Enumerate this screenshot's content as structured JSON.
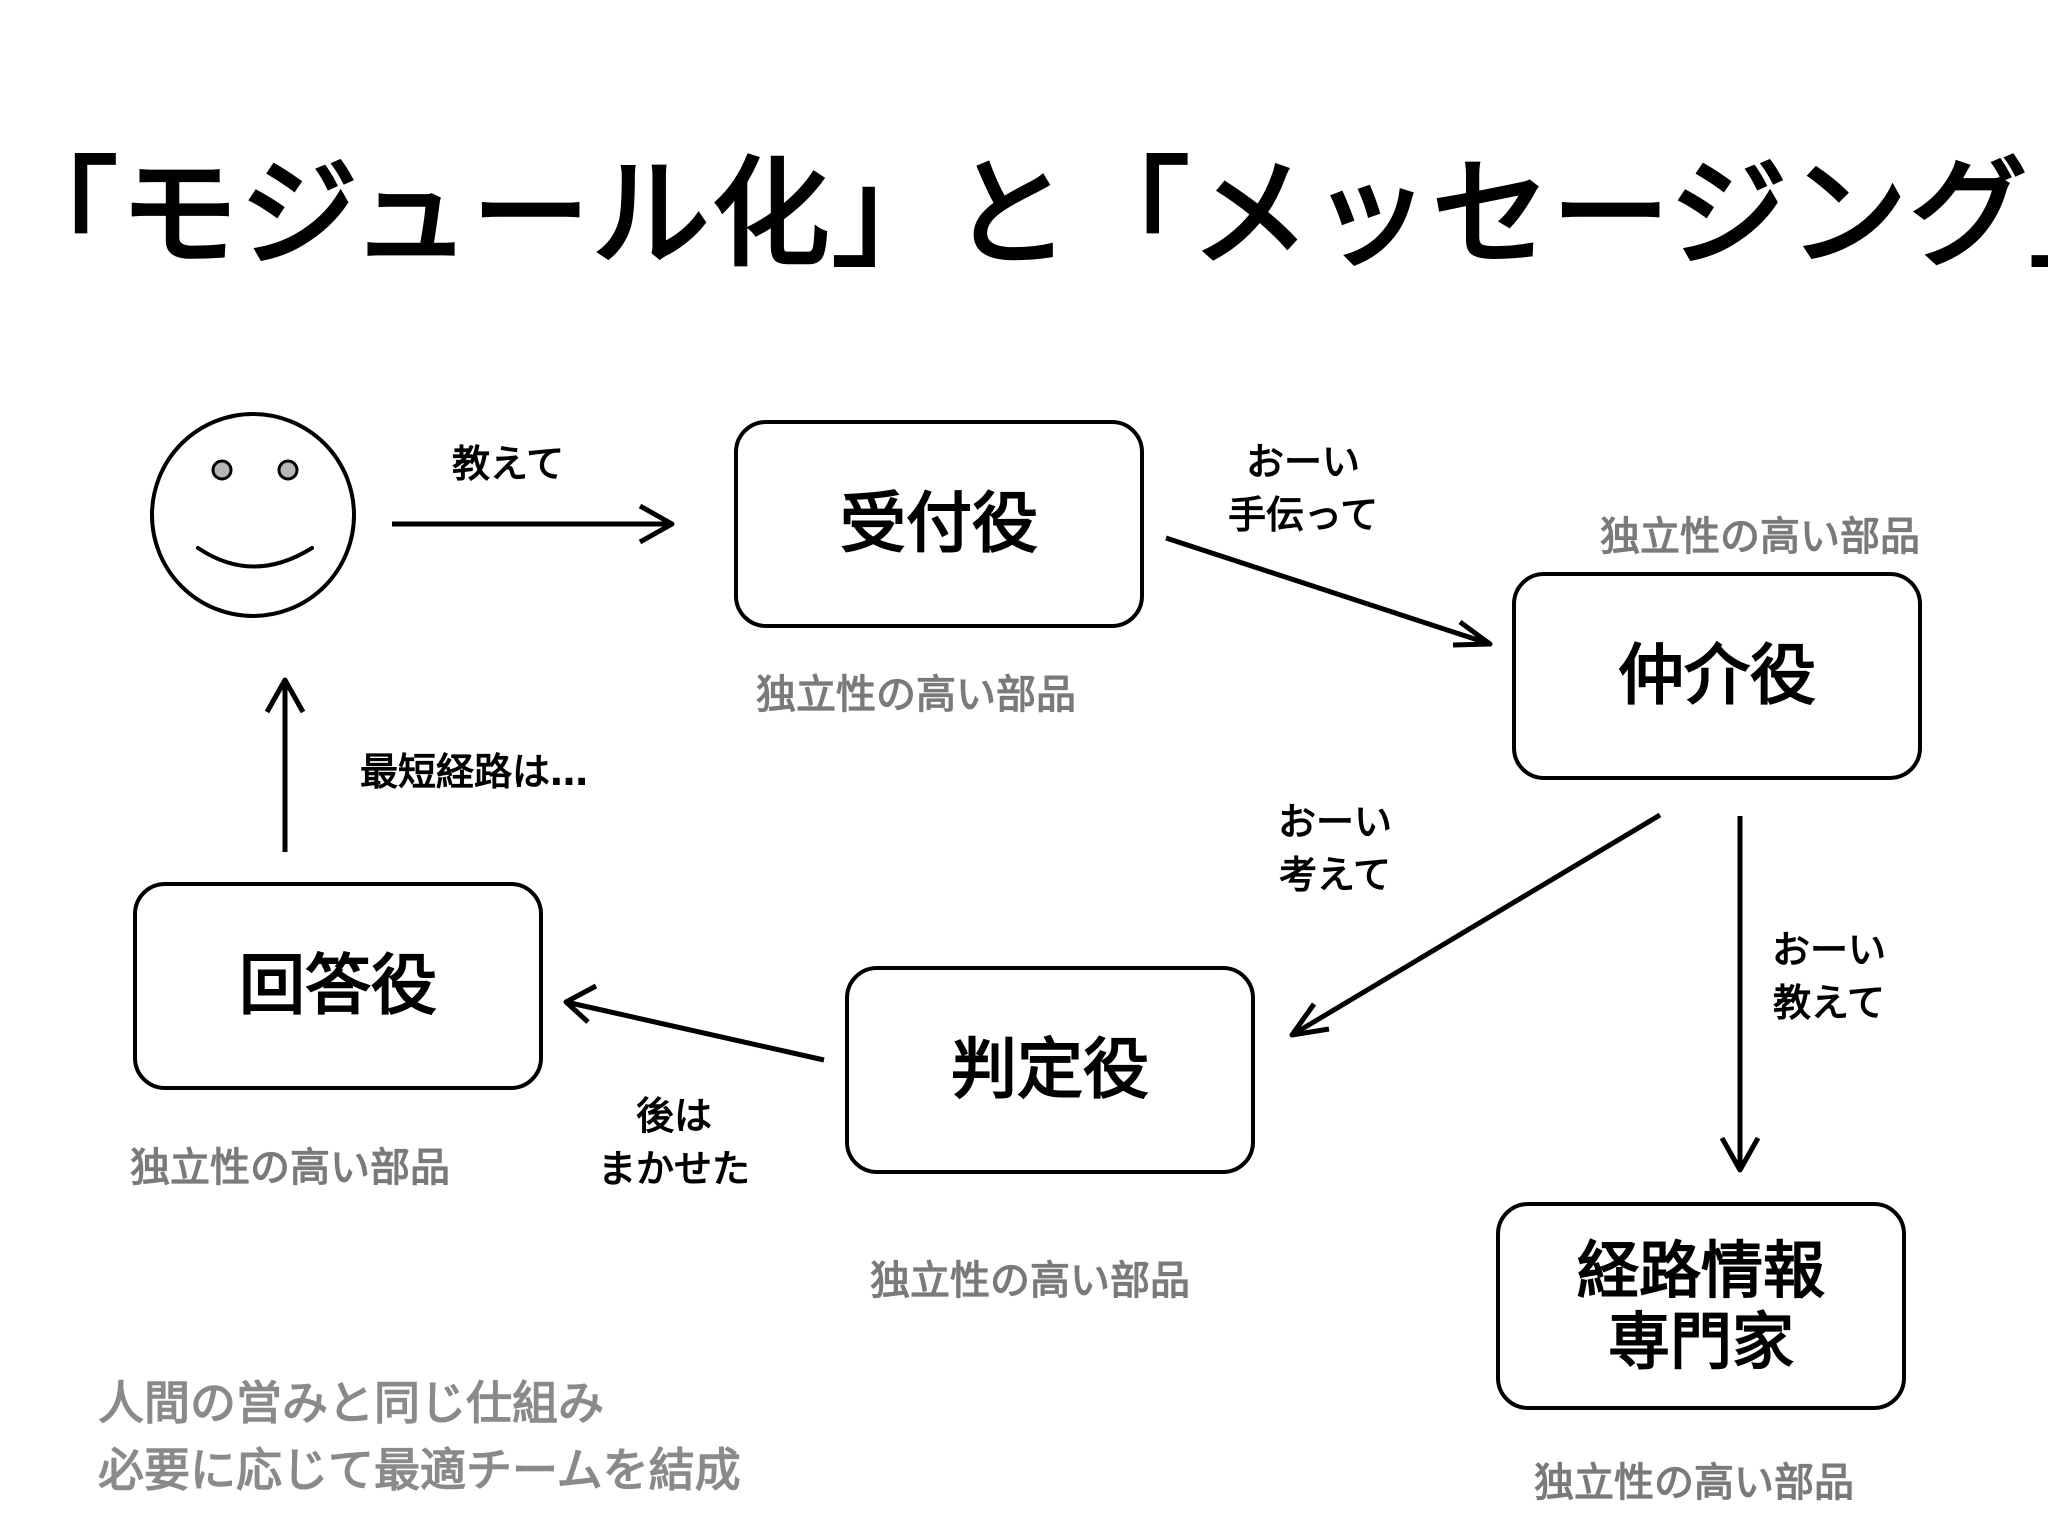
{
  "title": "「モジュール化」と「メッセージング」",
  "nodes": {
    "reception": "受付役",
    "mediator": "仲介役",
    "judge": "判定役",
    "answer": "回答役",
    "route_expert": "経路情報\n専門家"
  },
  "part_note": "独立性の高い部品",
  "edges": {
    "user_to_reception": "教えて",
    "reception_to_mediator": "おーい\n手伝って",
    "mediator_to_judge": "おーい\n考えて",
    "mediator_to_expert": "おーい\n教えて",
    "judge_to_answer": "後は\nまかせた",
    "answer_to_user": "最短経路は…"
  },
  "footer": {
    "line1": "人間の営みと同じ仕組み",
    "line2": "必要に応じて最適チームを結成"
  },
  "colors": {
    "stroke": "#000000",
    "note_text": "#7a7a7a",
    "footer_text": "#8a8a8a",
    "eye_fill": "#b5b5b5"
  }
}
